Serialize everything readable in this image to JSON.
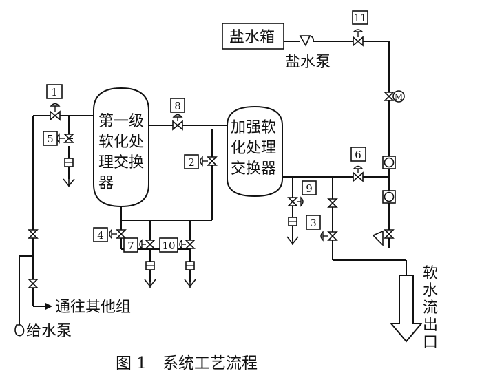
{
  "vessels": {
    "first_stage": [
      "第一级",
      "软化处",
      "理交换",
      "器"
    ],
    "enhanced": [
      "加强软",
      "化处理",
      "交换器"
    ]
  },
  "brine_tank": "盐水箱",
  "brine_pump": "盐水泵",
  "feed_pump": "给水泵",
  "to_other_groups": "通往其他组",
  "soft_water_outlet": [
    "软",
    "水",
    "流",
    "出",
    "口"
  ],
  "valve_numbers": [
    "1",
    "2",
    "3",
    "4",
    "5",
    "6",
    "7",
    "8",
    "9",
    "10",
    "11"
  ],
  "motor_symbol": "M",
  "caption": "图 1　系统工艺流程"
}
